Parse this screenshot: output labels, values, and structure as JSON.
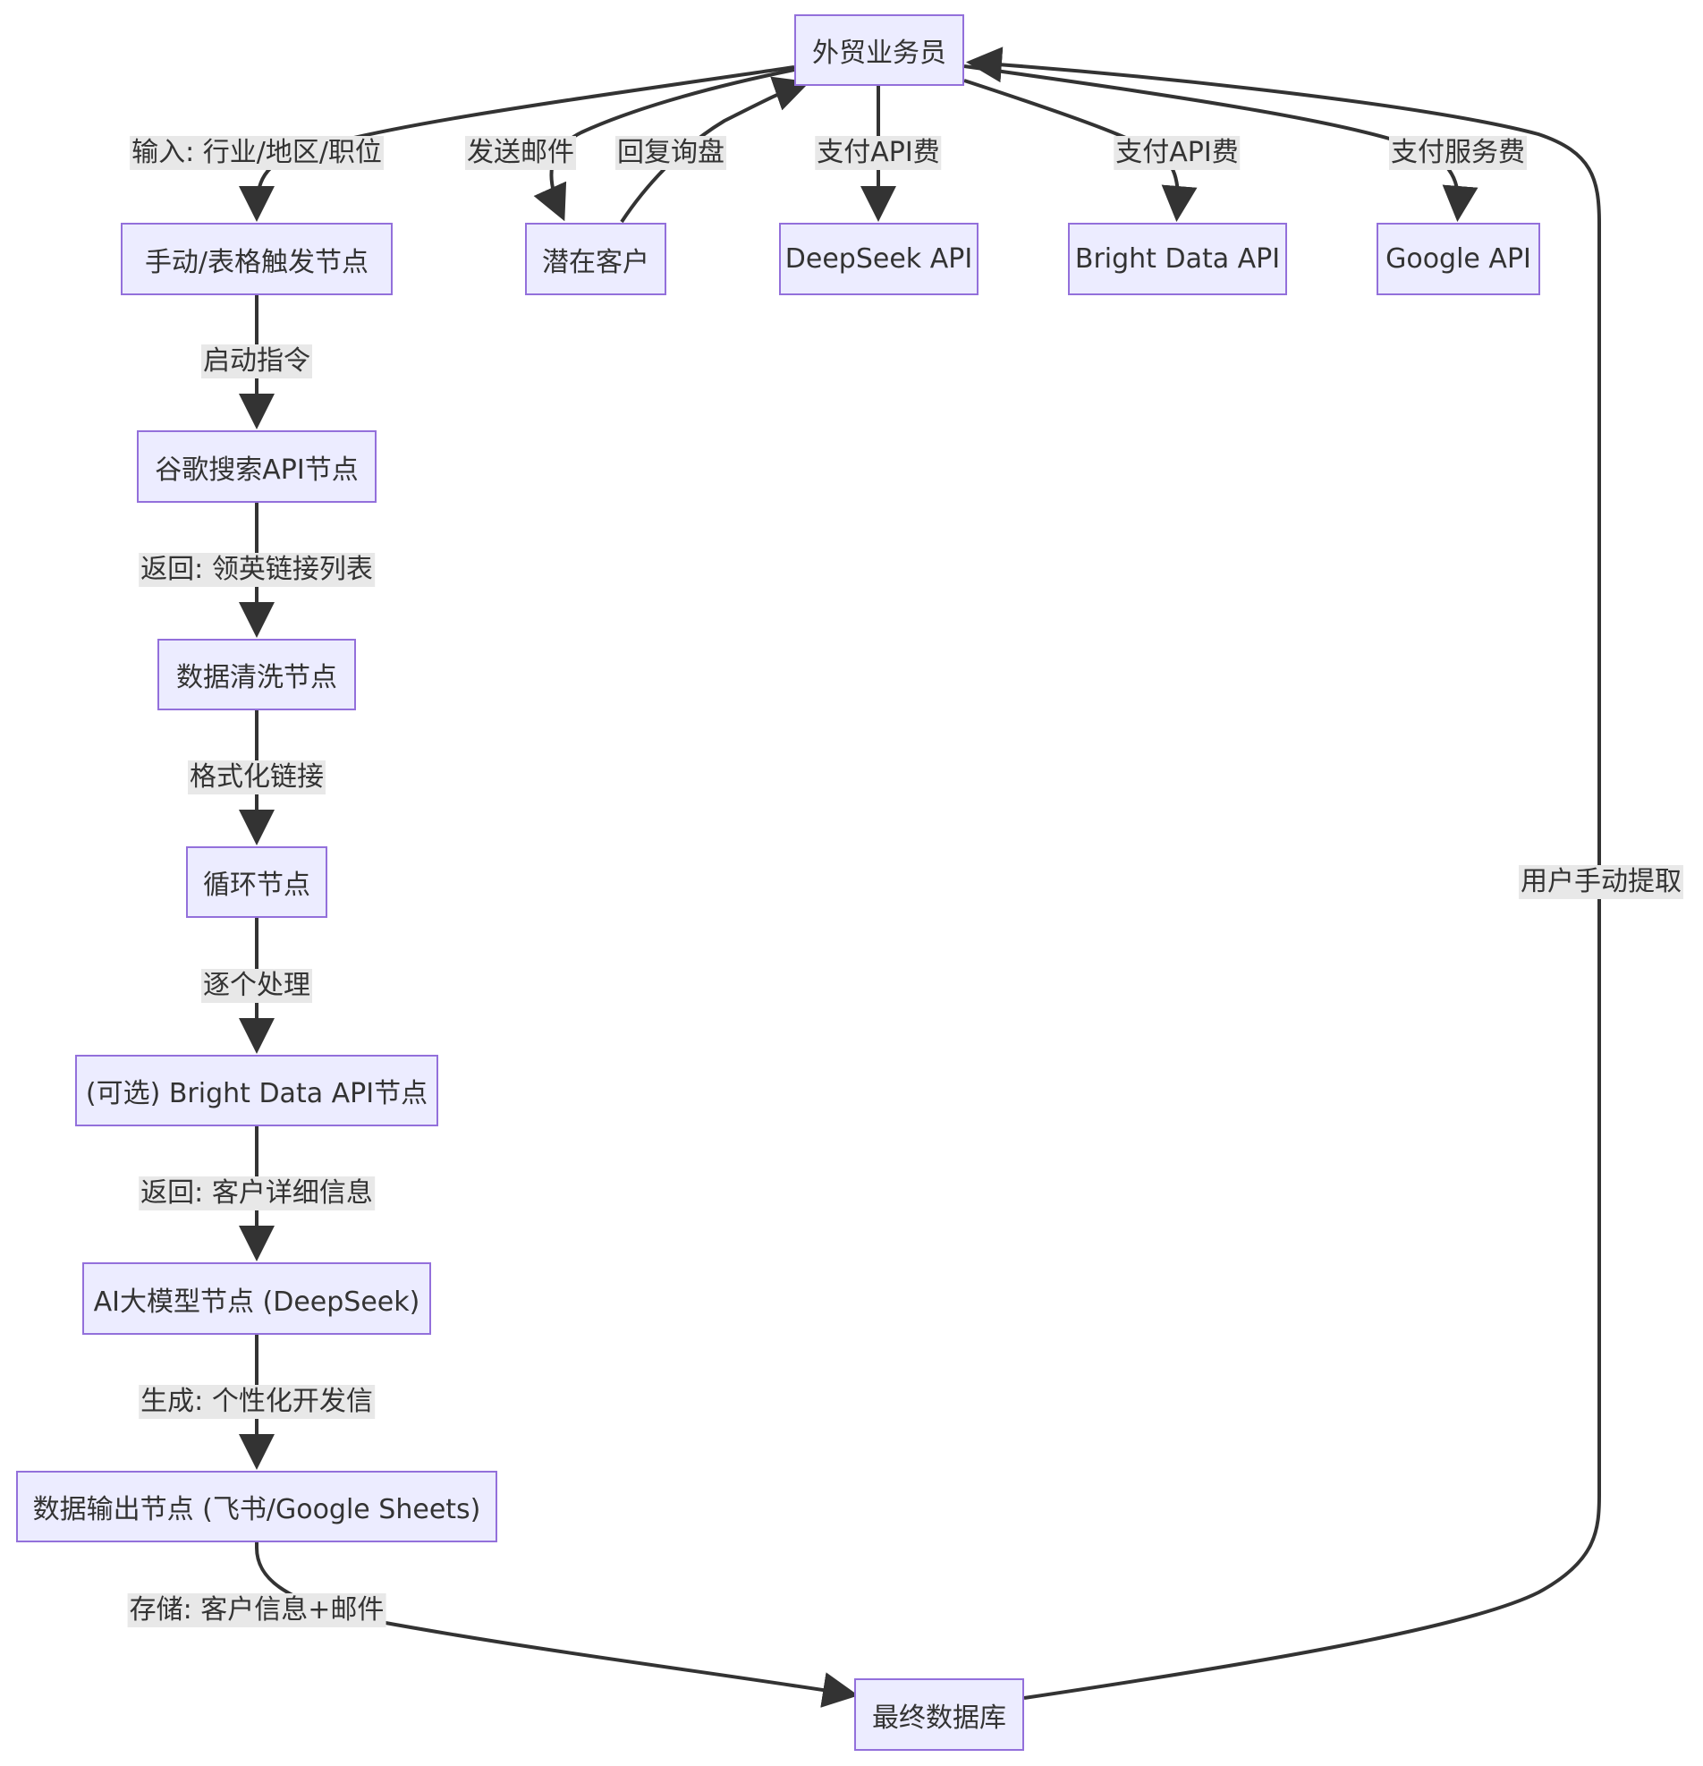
{
  "nodes": {
    "salesperson": "外贸业务员",
    "trigger": "手动/表格触发节点",
    "prospect": "潜在客户",
    "deepseek_api": "DeepSeek API",
    "brightdata_api": "Bright Data API",
    "google_api": "Google API",
    "google_search": "谷歌搜索API节点",
    "cleaning": "数据清洗节点",
    "loop": "循环节点",
    "brightdata_node": "(可选) Bright Data API节点",
    "ai_model": "AI大模型节点 (DeepSeek)",
    "output": "数据输出节点 (飞书/Google Sheets)",
    "database": "最终数据库"
  },
  "edges": {
    "input": "输入: 行业/地区/职位",
    "send_email": "发送邮件",
    "reply": "回复询盘",
    "pay_deepseek": "支付API费",
    "pay_brightdata": "支付API费",
    "pay_service": "支付服务费",
    "start": "启动指令",
    "return_links": "返回: 领英链接列表",
    "format": "格式化链接",
    "one_by_one": "逐个处理",
    "return_details": "返回: 客户详细信息",
    "generate": "生成: 个性化开发信",
    "store": "存储: 客户信息+邮件",
    "manual_fetch": "用户手动提取"
  }
}
